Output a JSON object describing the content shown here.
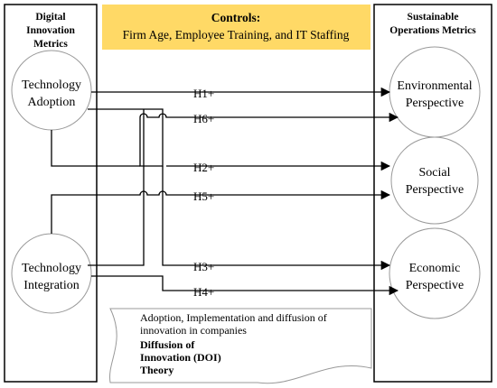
{
  "left_box": {
    "title_lines": [
      "Digital",
      "Innovation",
      "Metrics"
    ],
    "nodes": [
      {
        "lines": [
          "Technology",
          "Adoption"
        ]
      },
      {
        "lines": [
          "Technology",
          "Integration"
        ]
      }
    ]
  },
  "right_box": {
    "title_lines": [
      "Sustainable",
      "Operations Metrics"
    ],
    "nodes": [
      {
        "lines": [
          "Environmental",
          "Perspective"
        ]
      },
      {
        "lines": [
          "Social",
          "Perspective"
        ]
      },
      {
        "lines": [
          "Economic",
          "Perspective"
        ]
      }
    ]
  },
  "controls": {
    "title": "Controls:",
    "text": "Firm Age, Employee Training, and IT Staffing",
    "fill": "#FFD966"
  },
  "hypotheses": [
    "H1+",
    "H6+",
    "H2+",
    "H5+",
    "H3+",
    "H4+"
  ],
  "theory": {
    "lines": [
      "Adoption, Implementation and diffusion of",
      "innovation in companies"
    ],
    "bold_lines": [
      "Diffusion of",
      "Innovation (DOI)",
      "Theory"
    ]
  }
}
